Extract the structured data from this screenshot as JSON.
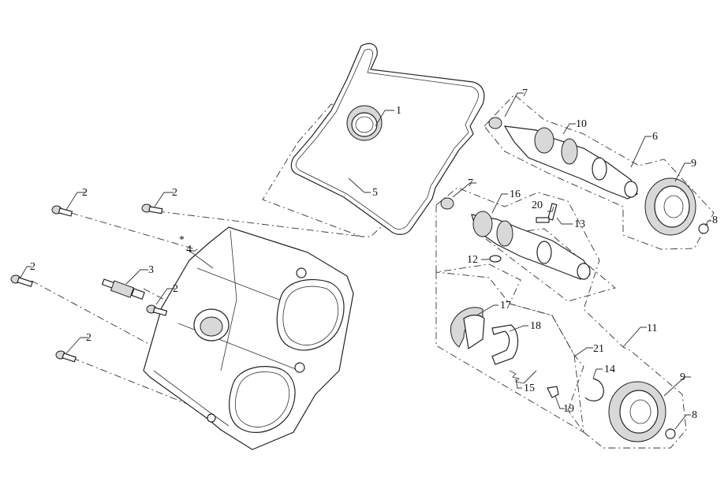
{
  "callouts": [
    {
      "id": "c1",
      "text": "1"
    },
    {
      "id": "c2a",
      "text": "2"
    },
    {
      "id": "c2b",
      "text": "2"
    },
    {
      "id": "c2c",
      "text": "2"
    },
    {
      "id": "c2d",
      "text": "2"
    },
    {
      "id": "c2e",
      "text": "2"
    },
    {
      "id": "c3",
      "text": "3"
    },
    {
      "id": "c4",
      "text": "4"
    },
    {
      "id": "c4star",
      "text": "*"
    },
    {
      "id": "c5",
      "text": "5"
    },
    {
      "id": "c6",
      "text": "6"
    },
    {
      "id": "c7a",
      "text": "7"
    },
    {
      "id": "c7b",
      "text": "7"
    },
    {
      "id": "c8a",
      "text": "8"
    },
    {
      "id": "c8b",
      "text": "8"
    },
    {
      "id": "c9a",
      "text": "9"
    },
    {
      "id": "c9b",
      "text": "9"
    },
    {
      "id": "c10",
      "text": "10"
    },
    {
      "id": "c11",
      "text": "11"
    },
    {
      "id": "c12",
      "text": "12"
    },
    {
      "id": "c13",
      "text": "13"
    },
    {
      "id": "c14",
      "text": "14"
    },
    {
      "id": "c15",
      "text": "15"
    },
    {
      "id": "c16",
      "text": "16"
    },
    {
      "id": "c17",
      "text": "17"
    },
    {
      "id": "c18",
      "text": "18"
    },
    {
      "id": "c19",
      "text": "19"
    },
    {
      "id": "c20",
      "text": "20"
    },
    {
      "id": "c21",
      "text": "21"
    }
  ]
}
